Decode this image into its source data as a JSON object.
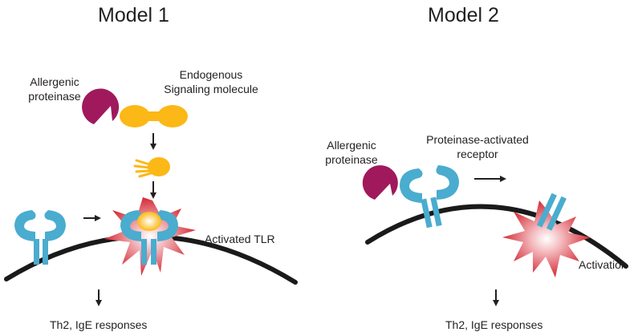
{
  "model1": {
    "title": "Model 1",
    "allergen_line1": "Allergenic",
    "allergen_line2": "proteinase",
    "signal_line1": "Endogenous",
    "signal_line2": "Signaling molecule",
    "activated_label": "Activated TLR",
    "outcome": "Th2, IgE responses"
  },
  "model2": {
    "title": "Model 2",
    "allergen_line1": "Allergenic",
    "allergen_line2": "proteinase",
    "receptor_line1": "Proteinase-activated",
    "receptor_line2": "receptor",
    "activation_label": "Activation",
    "outcome": "Th2, IgE responses"
  },
  "colors": {
    "proteinase": "#a0195c",
    "signal": "#fbb817",
    "receptor": "#4aaccf",
    "burst": "#d42a35",
    "membrane": "#1a1a1a"
  }
}
